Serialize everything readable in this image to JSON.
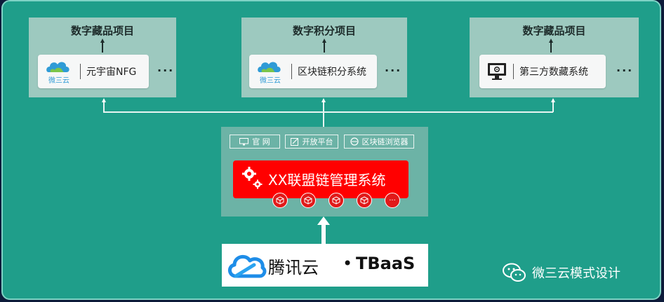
{
  "projects": [
    {
      "title": "数字藏品项目",
      "card_label": "元宇宙NFG",
      "logo_text": "微三云",
      "more": "···"
    },
    {
      "title": "数字积分项目",
      "card_label": "区块链积分系统",
      "logo_text": "微三云",
      "more": "···"
    },
    {
      "title": "数字藏品项目",
      "card_label": "第三方数藏系统",
      "more": "···"
    }
  ],
  "core": {
    "chips": [
      {
        "label": "官 网",
        "icon": "monitor-icon"
      },
      {
        "label": "开放平台",
        "icon": "edit-square-icon"
      },
      {
        "label": "区块链浏览器",
        "icon": "browser-icon"
      }
    ],
    "title": "XX联盟链管理系统",
    "node_icons": [
      "cube-icon",
      "cube-icon",
      "cube-icon",
      "cube-icon",
      "more-icon"
    ],
    "more_node": "···"
  },
  "platform": {
    "name": "腾讯云",
    "bullet": "•",
    "product": "TBaaS"
  },
  "watermark": {
    "text": "微三云模式设计",
    "icon": "wechat-icon"
  },
  "colors": {
    "background": "#1f9e8a",
    "panel": "#9dc9bf",
    "core_panel": "#6cb3a6",
    "accent_red": "#ff0000",
    "tencent_blue": "#1e8de8"
  }
}
